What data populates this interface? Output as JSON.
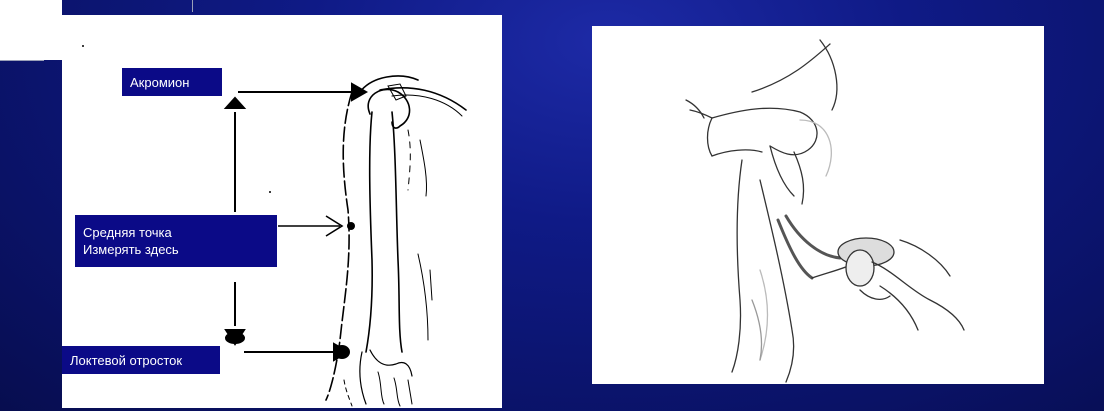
{
  "labels": {
    "acromion": "Акромион",
    "midpoint_line1": "Средняя точка",
    "midpoint_line2": "Измерять здесь",
    "olecranon": "Локтевой отросток"
  },
  "colors": {
    "background": "#0f1a86",
    "label_bg": "#0b0a87",
    "label_text": "#ffffff",
    "panel": "#ffffff",
    "line": "#000000"
  },
  "icons": {
    "left_illustration": "arm-bones-measurement-diagram",
    "right_illustration": "hand-holding-measuring-tape-on-arm"
  }
}
